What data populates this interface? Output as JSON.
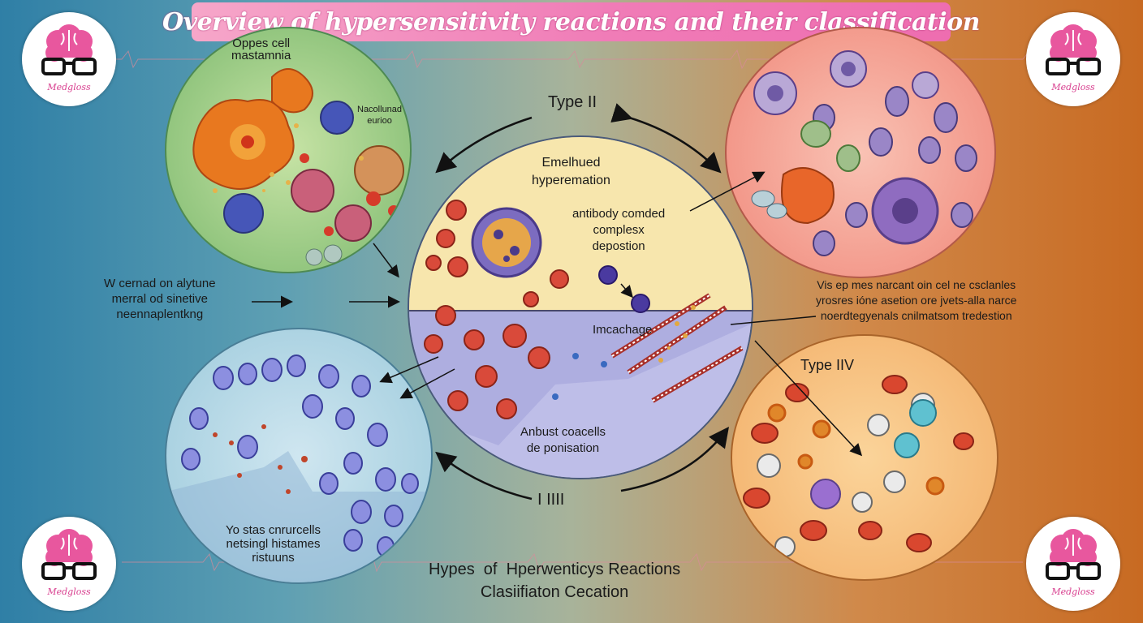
{
  "header": {
    "title": "Overview of hypersensitivity reactions and their classification"
  },
  "brand": {
    "name": "Medgloss",
    "accent": "#e8579e"
  },
  "center": {
    "top_heading": "Emelhued\nhyperemation",
    "top_note": "antibody comded\ncomplesx\ndepostion",
    "bottom_heading": "Imcachage",
    "bottom_note": "Anbust coacells\nde ponisation"
  },
  "panels": {
    "top_left": {
      "caption": "Oppes cell\nmastamnia",
      "sub_caption": "Nacollunad\neurioo"
    },
    "bottom_left": {
      "caption": "Yo stas cnrurcells\nnetsingl histames\nristuuns"
    },
    "top_right": {},
    "bottom_right": {
      "caption": "Type IIV"
    }
  },
  "labels": {
    "type_ii": "Type II",
    "i_iii": "I IIII",
    "left_note": "W cernad on alytune\nmerral od sinetive\nneennaplentkng",
    "right_note": "Vis ep mes narcant oin cel ne csclanles\nyrosres ióne asetion ore jvets-alla narce\nnoerdtegyenals cnilmatsom tredestion",
    "footer": "Hypes  of  Hperwenticys Reactions\nClasiifiaton Cecation"
  }
}
